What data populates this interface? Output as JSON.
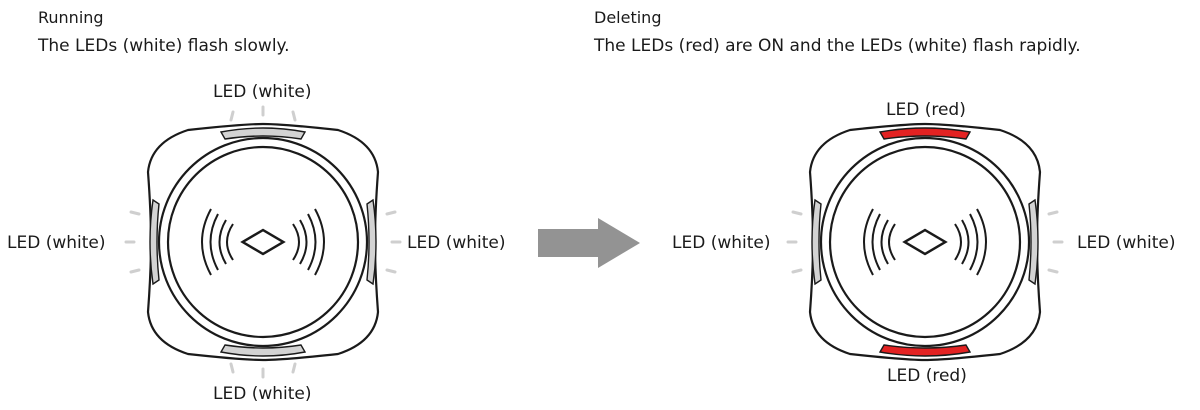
{
  "left_panel": {
    "state": "Running",
    "description": "The LEDs (white) flash slowly.",
    "labels": {
      "top": "LED (white)",
      "left": "LED (white)",
      "right": "LED (white)",
      "bottom": "LED (white)"
    }
  },
  "right_panel": {
    "state": "Deleting",
    "description": "The LEDs (red) are ON and the LEDs (white) flash rapidly.",
    "labels": {
      "top": "LED (red)",
      "left": "LED (white)",
      "right": "LED (white)",
      "bottom": "LED (red)"
    }
  },
  "colors": {
    "white_led": "#d3d3d3",
    "red_led": "#e32222",
    "arrow": "#939393",
    "outline": "#1a1a1a"
  },
  "icons": {
    "device_center": "nfc-reader-icon",
    "transition": "right-arrow-icon"
  }
}
